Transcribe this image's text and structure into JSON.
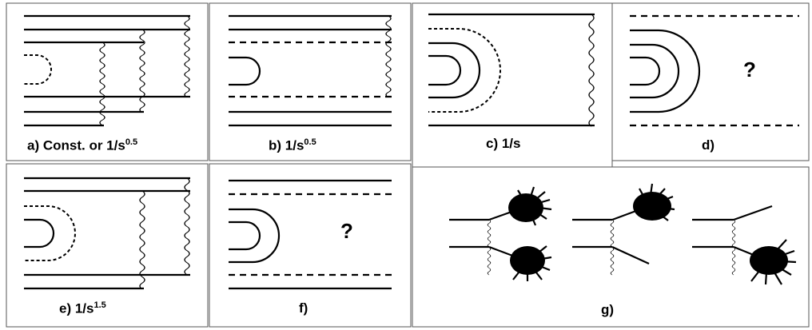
{
  "panels": {
    "a": {
      "text": "a) Const. or 1/s",
      "exp": "0.5"
    },
    "b": {
      "text": "b)  1/s",
      "exp": "0.5"
    },
    "c": {
      "text": "c)  1/s"
    },
    "d": {
      "text": "d)",
      "question": "?"
    },
    "e": {
      "text": "e)  1/s",
      "exp": "1.5"
    },
    "f": {
      "text": "f)",
      "question": "?"
    },
    "g": {
      "text": "g)"
    }
  }
}
